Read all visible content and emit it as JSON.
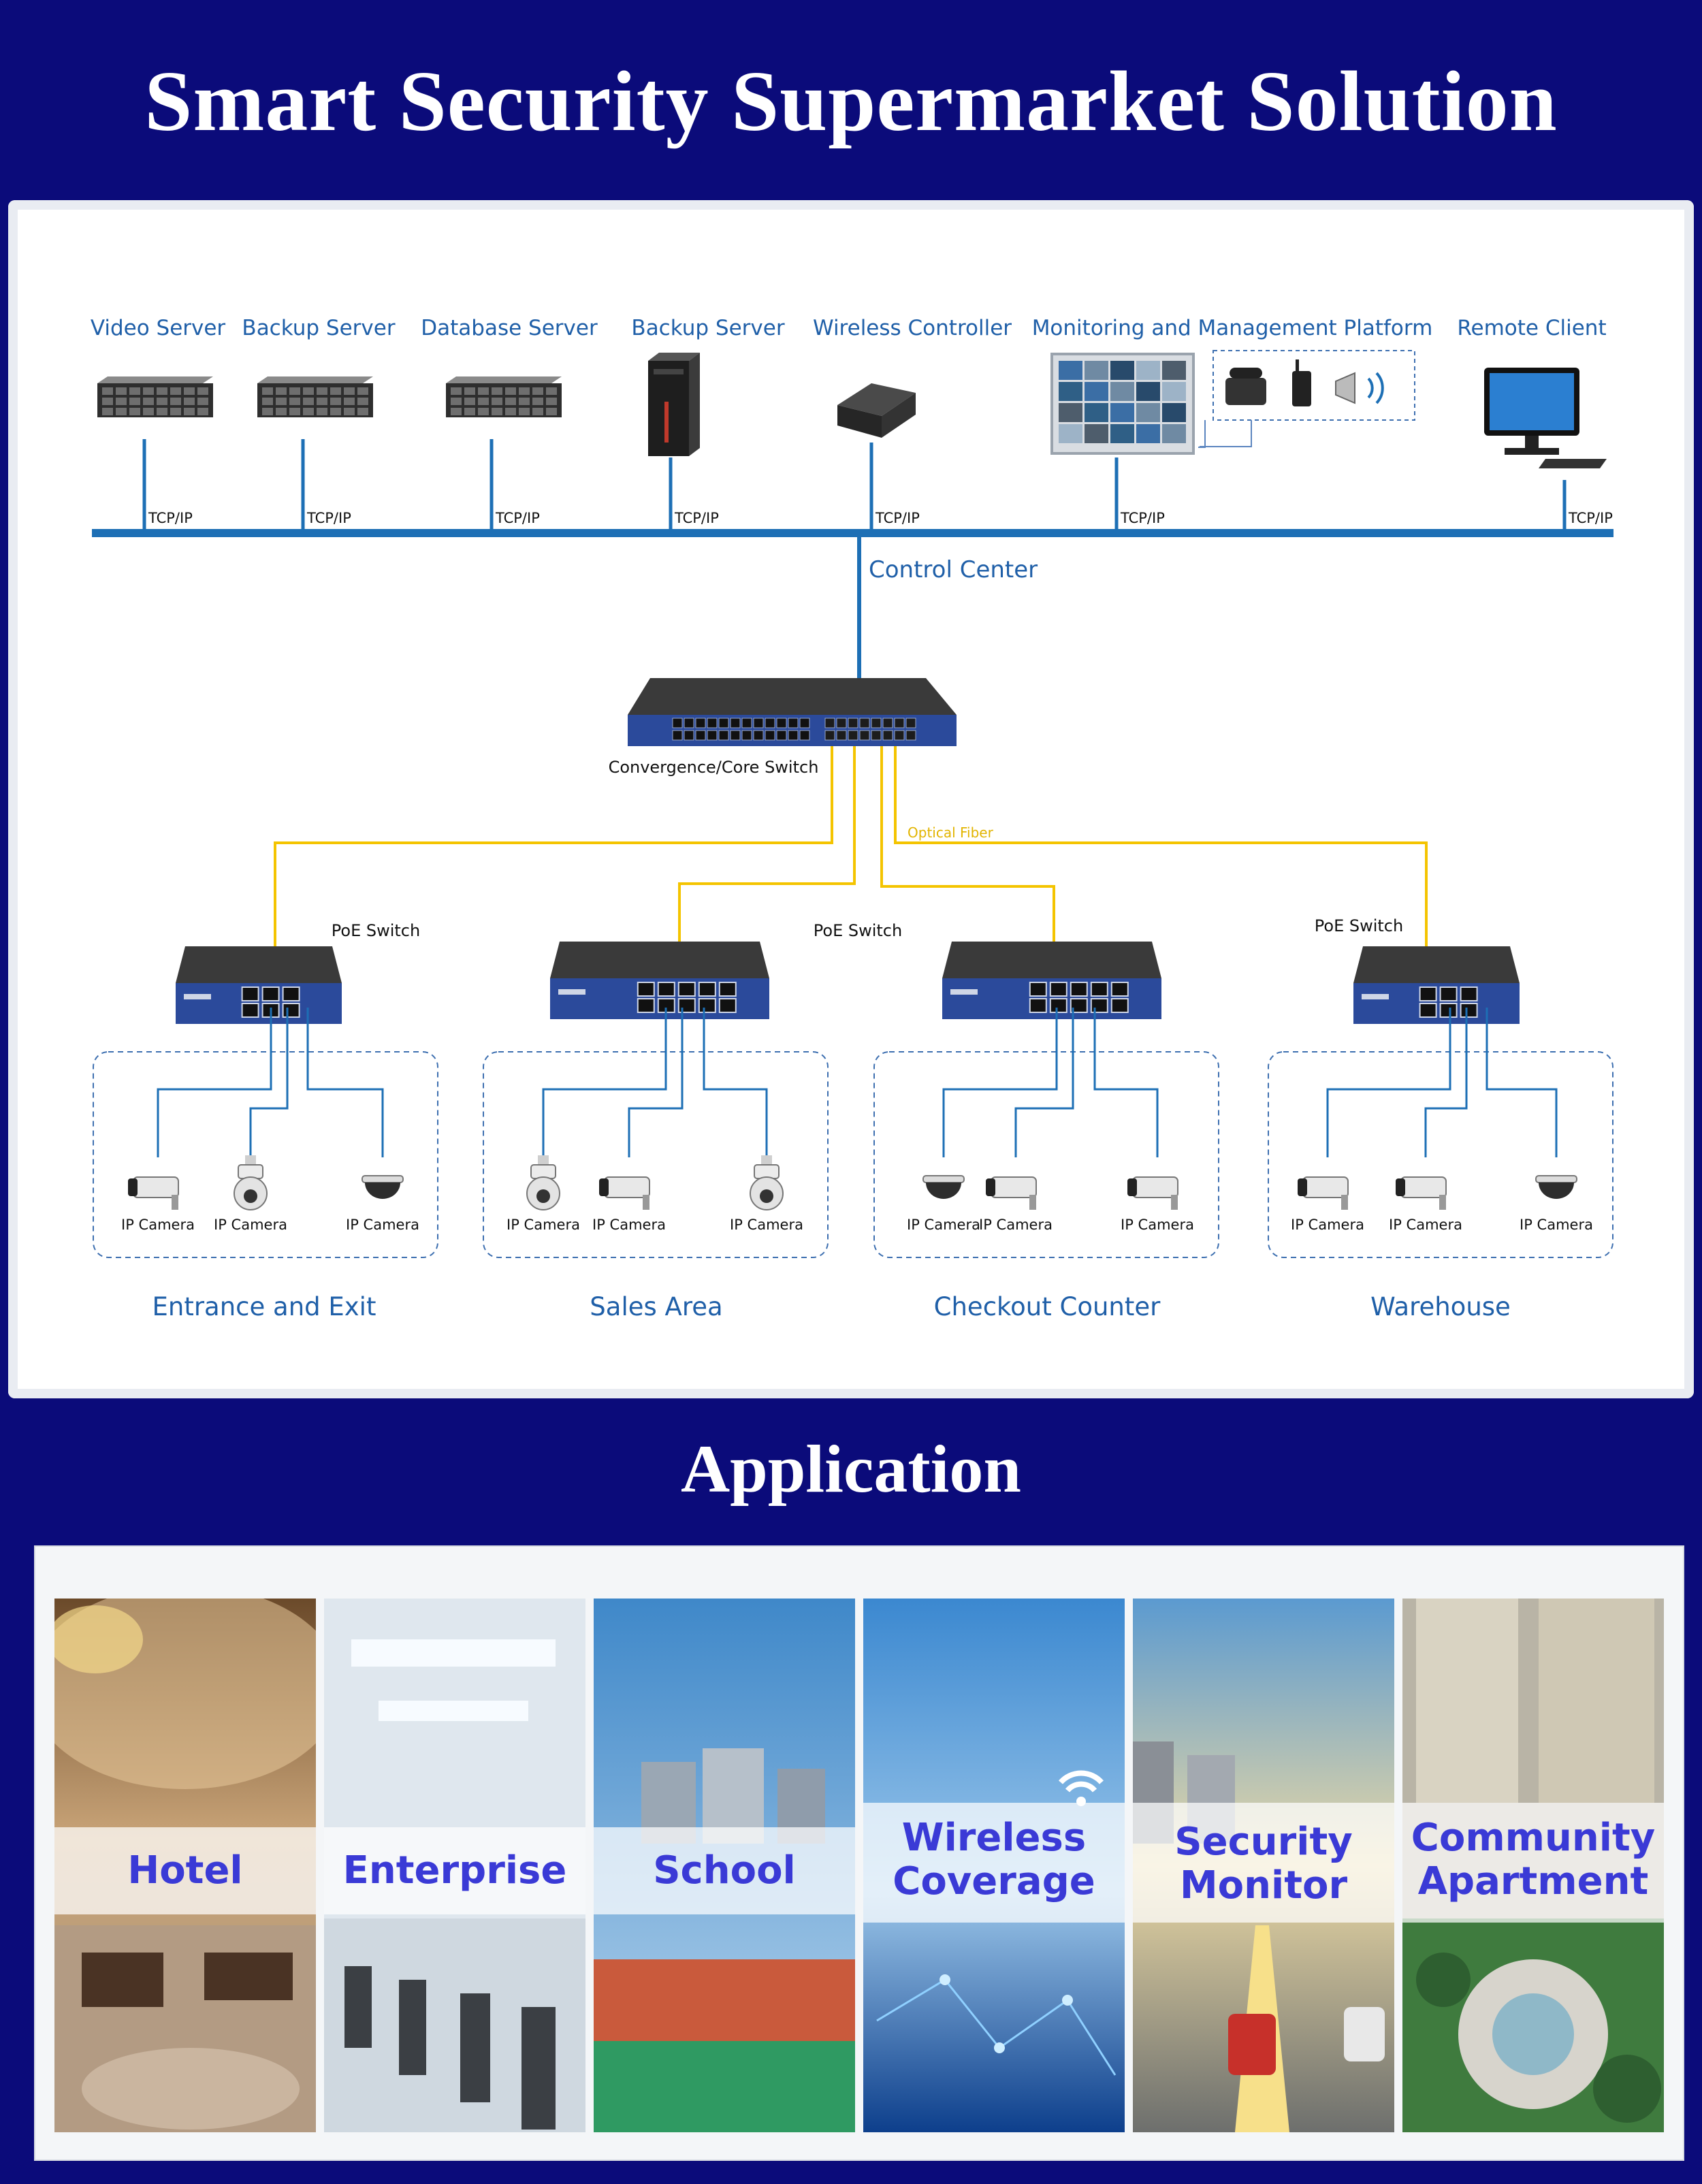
{
  "header": {
    "title": "Smart Security Supermarket Solution"
  },
  "control_center": {
    "servers": [
      {
        "label": "Video Server",
        "link": "TCP/IP",
        "icon": "rack-server-icon"
      },
      {
        "label": "Backup Server",
        "link": "TCP/IP",
        "icon": "rack-server-icon"
      },
      {
        "label": "Database Server",
        "link": "TCP/IP",
        "icon": "rack-server-icon"
      },
      {
        "label": "Backup Server",
        "link": "TCP/IP",
        "icon": "tower-server-icon"
      },
      {
        "label": "Wireless Controller",
        "link": "TCP/IP",
        "icon": "controller-box-icon"
      },
      {
        "label": "Monitoring and Management Platform",
        "link": "TCP/IP",
        "icon": "video-wall-icon"
      },
      {
        "label": "Remote Client",
        "link": "TCP/IP",
        "icon": "desktop-monitor-icon"
      }
    ],
    "label": "Control Center",
    "peripheral_icons": [
      "desk-phone-icon",
      "walkie-talkie-icon",
      "loudspeaker-icon"
    ]
  },
  "core_switch": {
    "label": "Convergence/Core Switch"
  },
  "fiber_label": "Optical Fiber",
  "poe_switch_label": "PoE Switch",
  "areas": [
    {
      "name": "Entrance and Exit",
      "cameras": [
        {
          "label": "IP Camera",
          "icon": "bullet-camera-icon"
        },
        {
          "label": "IP Camera",
          "icon": "speed-dome-camera-icon"
        },
        {
          "label": "IP Camera",
          "icon": "dome-camera-icon"
        }
      ]
    },
    {
      "name": "Sales Area",
      "cameras": [
        {
          "label": "IP Camera",
          "icon": "speed-dome-camera-icon"
        },
        {
          "label": "IP Camera",
          "icon": "bullet-camera-icon"
        },
        {
          "label": "IP Camera",
          "icon": "speed-dome-camera-icon"
        }
      ]
    },
    {
      "name": "Checkout Counter",
      "cameras": [
        {
          "label": "IP Camera",
          "icon": "dome-camera-icon"
        },
        {
          "label": "IP Camera",
          "icon": "bullet-camera-icon"
        },
        {
          "label": "IP Camera",
          "icon": "bullet-camera-icon"
        }
      ]
    },
    {
      "name": "Warehouse",
      "cameras": [
        {
          "label": "IP Camera",
          "icon": "bullet-camera-icon"
        },
        {
          "label": "IP Camera",
          "icon": "bullet-camera-icon"
        },
        {
          "label": "IP Camera",
          "icon": "dome-camera-icon"
        }
      ]
    }
  ],
  "application": {
    "title": "Application",
    "tiles": [
      {
        "label": "Hotel",
        "lines": [
          "Hotel"
        ]
      },
      {
        "label": "Enterprise",
        "lines": [
          "Enterprise"
        ]
      },
      {
        "label": "School",
        "lines": [
          "School"
        ]
      },
      {
        "label": "Wireless Coverage",
        "lines": [
          "Wireless",
          "Coverage"
        ]
      },
      {
        "label": "Security Monitor",
        "lines": [
          "Security",
          "Monitor"
        ]
      },
      {
        "label": "Community Apartment",
        "lines": [
          "Community",
          "Apartment"
        ]
      }
    ]
  },
  "colors": {
    "banner": "#0b0b7a",
    "bus": "#1d6fb5",
    "fiber": "#f4c400",
    "label_blue": "#1f5fa8",
    "tile_text": "#3a3ad6",
    "switch_body": "#2b4a9b"
  }
}
